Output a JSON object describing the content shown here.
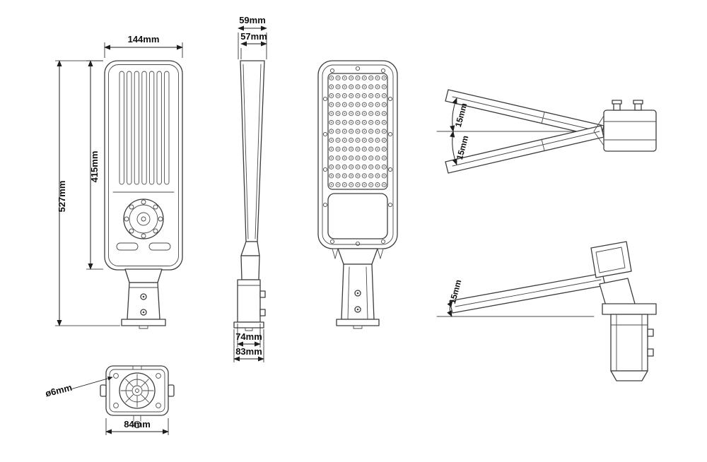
{
  "page": {
    "background": "#ffffff",
    "line_color": "#3c3c3c",
    "text_color": "#0f0f0f",
    "description": "street light luminaire dimension drawing"
  },
  "views": {
    "front": {
      "dim_width": "144mm",
      "dim_height_total": "527mm",
      "dim_height_body": "415mm"
    },
    "side": {
      "dim_depth_outer": "59mm",
      "dim_depth_inner": "57mm",
      "dim_bracket_width": "74mm",
      "dim_base_width": "83mm"
    },
    "tilt_horizontal": {
      "dim_angle_up": "15mm",
      "dim_angle_down": "15mm"
    },
    "tilt_pole": {
      "dim_angle": "15mm"
    },
    "bottom": {
      "dim_hole": "ø6mm",
      "dim_width": "84mm"
    }
  }
}
